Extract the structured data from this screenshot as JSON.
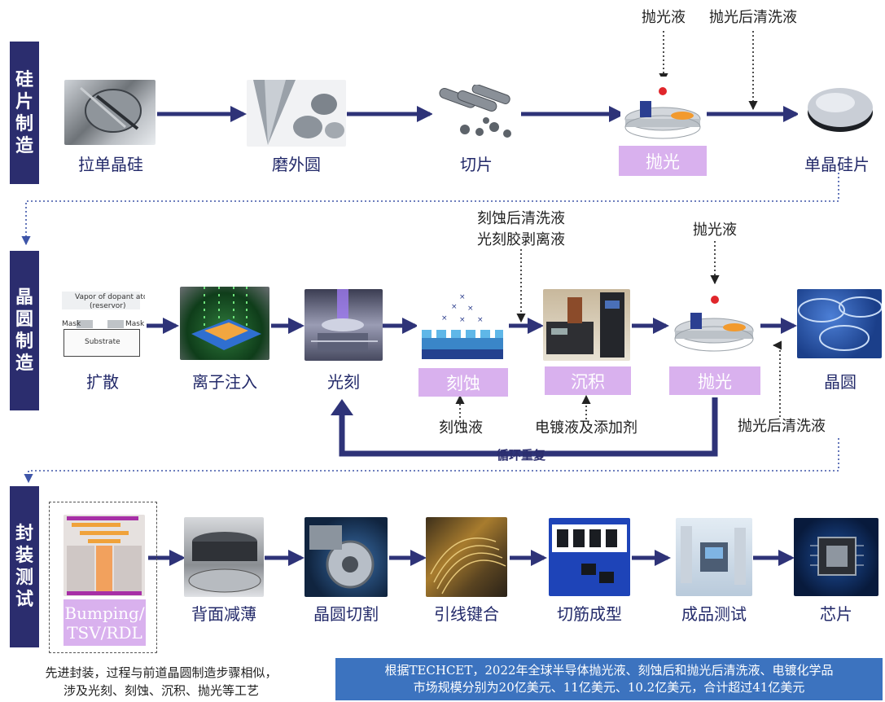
{
  "sections": [
    {
      "id": "wafer",
      "label": "硅片制造"
    },
    {
      "id": "fab",
      "label": "晶圆制造"
    },
    {
      "id": "pkg",
      "label": "封装测试"
    }
  ],
  "row1": {
    "steps": [
      "拉单晶硅",
      "磨外圆",
      "切片",
      "抛光",
      "单晶硅片"
    ],
    "chem_polish": "抛光液",
    "chem_post_clean": "抛光后清洗液"
  },
  "row2": {
    "steps": [
      "扩散",
      "离子注入",
      "光刻",
      "刻蚀",
      "沉积",
      "抛光",
      "晶圆"
    ],
    "chem_top_1": "刻蚀后清洗液",
    "chem_top_2": "光刻胶剥离液",
    "chem_polish": "抛光液",
    "chem_etch": "刻蚀液",
    "chem_plating": "电镀液及添加剂",
    "chem_post_clean": "抛光后清洗液",
    "loop": "循环重复",
    "diffusion_diagram": {
      "vapor": "Vapor of dopant atoms",
      "reservoir": "(reservor)",
      "mask": "Mask",
      "substrate": "Substrate"
    }
  },
  "row3": {
    "steps": [
      "Bumping/ TSV/RDL",
      "背面减薄",
      "晶圆切割",
      "引线键合",
      "切筋成型",
      "成品测试",
      "芯片"
    ]
  },
  "notes": {
    "left_line1": "先进封装，过程与前道晶圆制造步骤相似，",
    "left_line2": "涉及光刻、刻蚀、沉积、抛光等工艺",
    "box_line1": "根据TECHCET，2022年全球半导体抛光液、刻蚀后和抛光后清洗液、电镀化学品",
    "box_line2": "市场规模分别为20亿美元、11亿美元、10.2亿美元，合计超过41亿美元"
  },
  "colors": {
    "navy": "#2b2d6e",
    "arrow": "#2e3378",
    "purple": "#d9b1ee",
    "note_blue": "#3c73bf"
  }
}
